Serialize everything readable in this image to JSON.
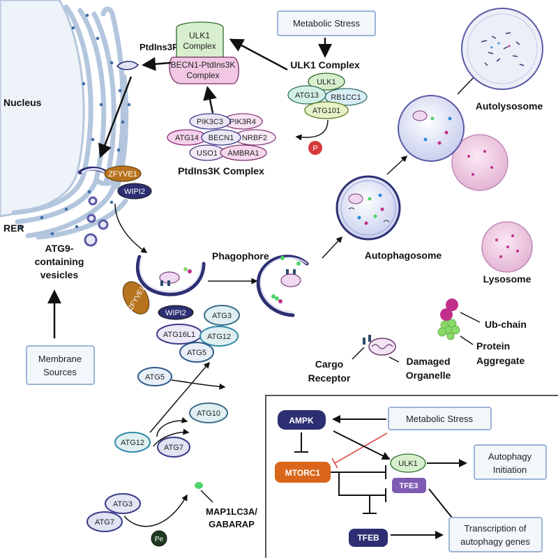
{
  "cell": {
    "nucleus": "Nucleus",
    "rer": "RER",
    "ptdins3p": "PtdIns3P",
    "atg9_line1": "ATG9-",
    "atg9_line2": "containing",
    "atg9_line3": "vesicles",
    "membrane_line1": "Membrane",
    "membrane_line2": "Sources",
    "zfyve1": "ZFYVE1",
    "wipi2": "WIPI2",
    "phagophore": "Phagophore",
    "autophagosome": "Autophagosome",
    "autolysosome": "Autolysosome",
    "lysosome": "Lysosome"
  },
  "ulk1_top": {
    "metabolic_stress": "Metabolic Stress",
    "title": "ULK1 Complex",
    "ulk1": "ULK1",
    "atg13": "ATG13",
    "rb1cc1": "RB1CC1",
    "atg101": "ATG101",
    "phospho": "P"
  },
  "membrane_complexes": {
    "ulk1_line1": "ULK1",
    "ulk1_line2": "Complex",
    "becn1_line1": "BECN1-PtdIns3K",
    "becn1_line2": "Complex"
  },
  "ptdins3k": {
    "title": "PtdIns3K Complex",
    "pik3c3": "PIK3C3",
    "pik3r4": "PIK3R4",
    "atg14": "ATG14",
    "becn1": "BECN1",
    "nrbf2": "NRBF2",
    "uso1": "USO1",
    "ambra1": "AMBRA1"
  },
  "conjugation": {
    "atg3": "ATG3",
    "atg16l1": "ATG16L1",
    "atg12": "ATG12",
    "atg5": "ATG5",
    "atg5b": "ATG5",
    "atg10": "ATG10",
    "atg12b": "ATG12",
    "atg7": "ATG7",
    "atg3b": "ATG3",
    "atg7b": "ATG7",
    "pe": "Pe",
    "lc3_line1": "MAP1LC3A/",
    "lc3_line2": "GABARAP"
  },
  "legend": {
    "ub_chain": "Ub-chain",
    "protein_line1": "Protein",
    "protein_line2": "Aggregate",
    "cargo_line1": "Cargo",
    "cargo_line2": "Receptor",
    "damaged_line1": "Damaged",
    "damaged_line2": "Organelle"
  },
  "signaling": {
    "ampk": "AMPK",
    "metabolic_stress": "Metabolic Stress",
    "mtorc1": "MTORC1",
    "ulk1": "ULK1",
    "tfe3": "TFE3",
    "tfeb": "TFEB",
    "initiation_line1": "Autophagy",
    "initiation_line2": "Initiation",
    "transcription_line1": "Transcription of",
    "transcription_line2": "autophagy genes"
  },
  "colors": {
    "er_blue": "#9fb8d6",
    "dark_navy": "#2d2f72",
    "orange": "#b8731e",
    "teal": "#3e8fa6",
    "purple": "#7d5bb2",
    "red_inhibit": "#d83a3a",
    "lysosome_pink": "#e9b8d8",
    "box_border": "#9bb4d6"
  }
}
